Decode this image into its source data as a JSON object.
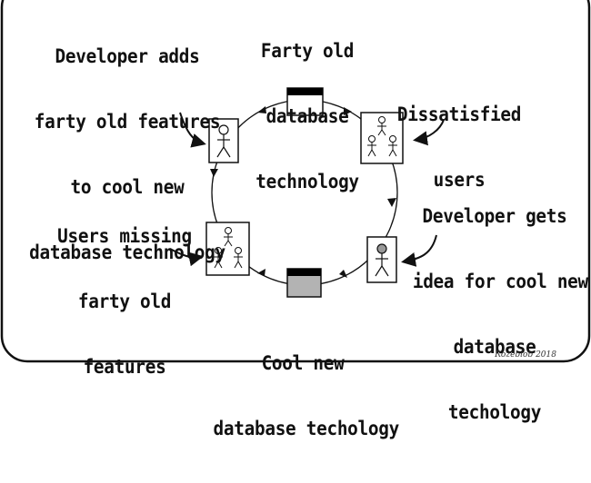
{
  "labels": {
    "top": [
      "Farty old",
      "database",
      "technology"
    ],
    "top_left": [
      "Developer adds",
      "farty old features",
      "to cool new",
      "database technology"
    ],
    "top_right": [
      "Dissatisfied",
      "users"
    ],
    "right": [
      "Developer gets",
      "idea for cool new",
      "database",
      "techology"
    ],
    "bottom": [
      "Cool new",
      "database techology"
    ],
    "left": [
      "Users missing",
      "farty old",
      "features"
    ]
  },
  "signature": "Rozeblob 2018",
  "colors": {
    "ink": "#111111",
    "old_db_header": "#000000",
    "new_db_fill": "#b3b3b3",
    "developer_head": "#999999"
  },
  "icons": {
    "old_database": "database-window-icon",
    "new_database": "database-window-gray-icon",
    "developer_top_left": "stick-figure-icon",
    "users_top_right": "stick-figure-group-icon",
    "developer_right": "stick-figure-gray-head-icon",
    "users_left": "stick-figure-group-icon"
  }
}
